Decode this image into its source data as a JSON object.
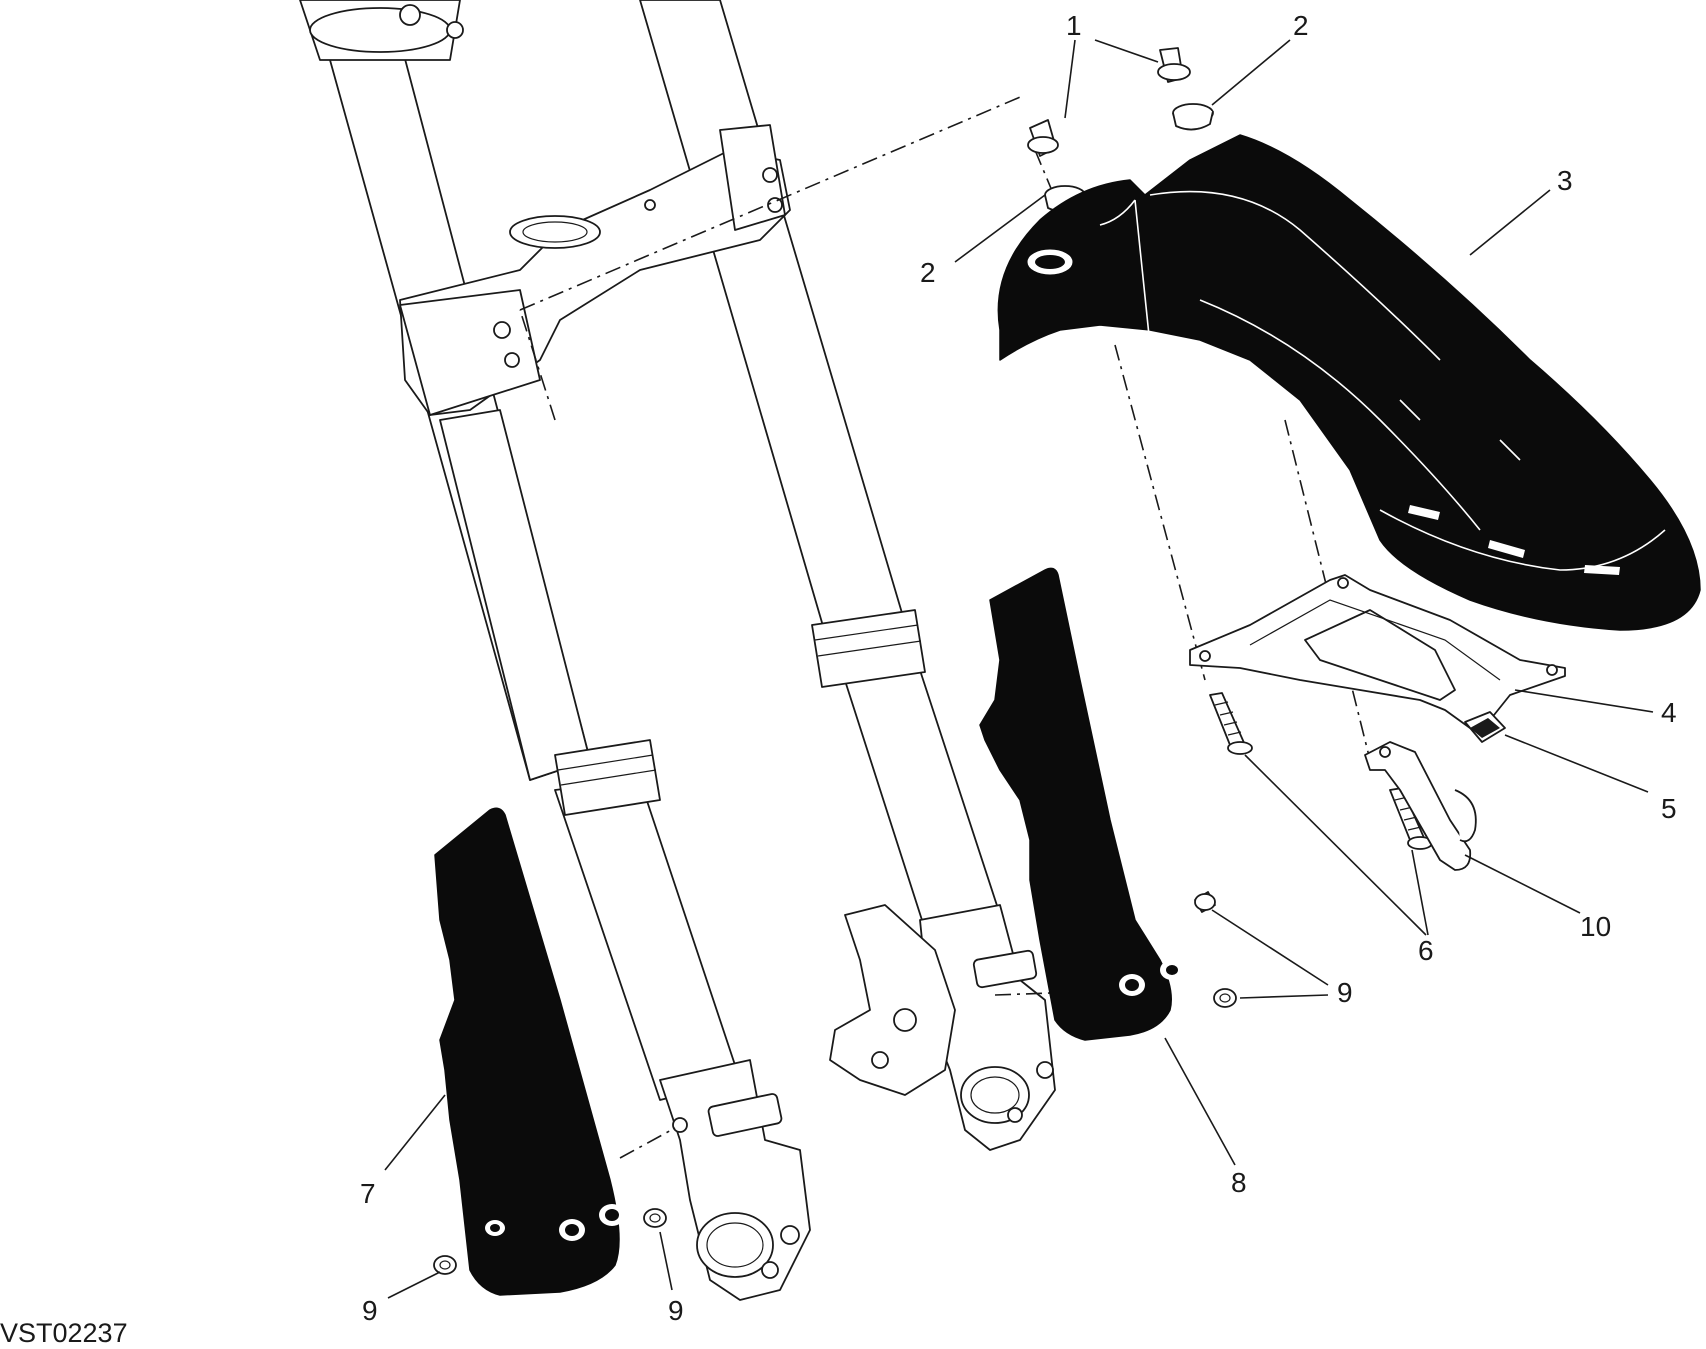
{
  "diagram_code": "VST02237",
  "callouts": {
    "c1": "1",
    "c2a": "2",
    "c2b": "2",
    "c3": "3",
    "c4": "4",
    "c5": "5",
    "c6": "6",
    "c7": "7",
    "c8": "8",
    "c9a": "9",
    "c9b": "9",
    "c9c": "9",
    "c10": "10"
  },
  "parts": {
    "fork": "front-fork-assembly",
    "mudguard": "front-mudguard",
    "bracket": "mudguard-mounting-bracket",
    "left_guard": "left-fork-slider-guard",
    "right_guard": "right-fork-slider-guard"
  }
}
